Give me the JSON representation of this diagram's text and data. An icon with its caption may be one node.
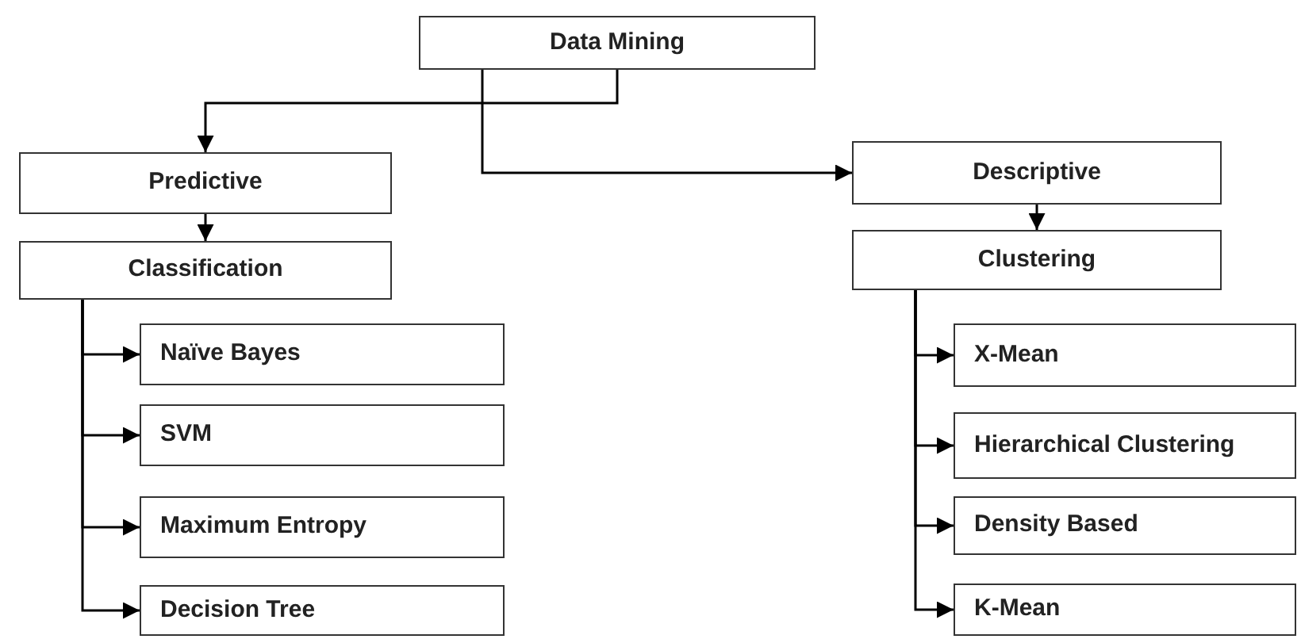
{
  "diagram": {
    "nodes": [
      {
        "text": [
          "Data Mining"
        ]
      },
      {
        "text": [
          "Predictive"
        ]
      },
      {
        "text": [
          "Classification"
        ]
      },
      {
        "text": [
          "Naïve Bayes"
        ]
      },
      {
        "text": [
          "SVM"
        ]
      },
      {
        "text": [
          "Maximum Entropy"
        ]
      },
      {
        "text": [
          "Decision Tree"
        ]
      },
      {
        "text": [
          "Descriptive"
        ]
      },
      {
        "text": [
          "Clustering"
        ]
      },
      {
        "text": [
          "X-Mean"
        ]
      },
      {
        "text": [
          "Hierarchical Clustering"
        ]
      },
      {
        "text": [
          "Density Based"
        ]
      },
      {
        "text": [
          "K-Mean"
        ]
      }
    ],
    "edges": [
      {
        "from": 0,
        "to": 1,
        "arrow": "to"
      },
      {
        "from": 0,
        "to": 7,
        "arrow": "to"
      },
      {
        "from": 1,
        "to": 2,
        "arrow": "to"
      },
      {
        "from": 2,
        "to": 3,
        "arrow": "to"
      },
      {
        "from": 2,
        "to": 4,
        "arrow": "to"
      },
      {
        "from": 2,
        "to": 5,
        "arrow": "to"
      },
      {
        "from": 2,
        "to": 6,
        "arrow": "to"
      },
      {
        "from": 7,
        "to": 8,
        "arrow": "to"
      },
      {
        "from": 8,
        "to": 9,
        "arrow": "to"
      },
      {
        "from": 8,
        "to": 10,
        "arrow": "to"
      },
      {
        "from": 8,
        "to": 11,
        "arrow": "to"
      },
      {
        "from": 8,
        "to": 12,
        "arrow": "to"
      }
    ]
  }
}
